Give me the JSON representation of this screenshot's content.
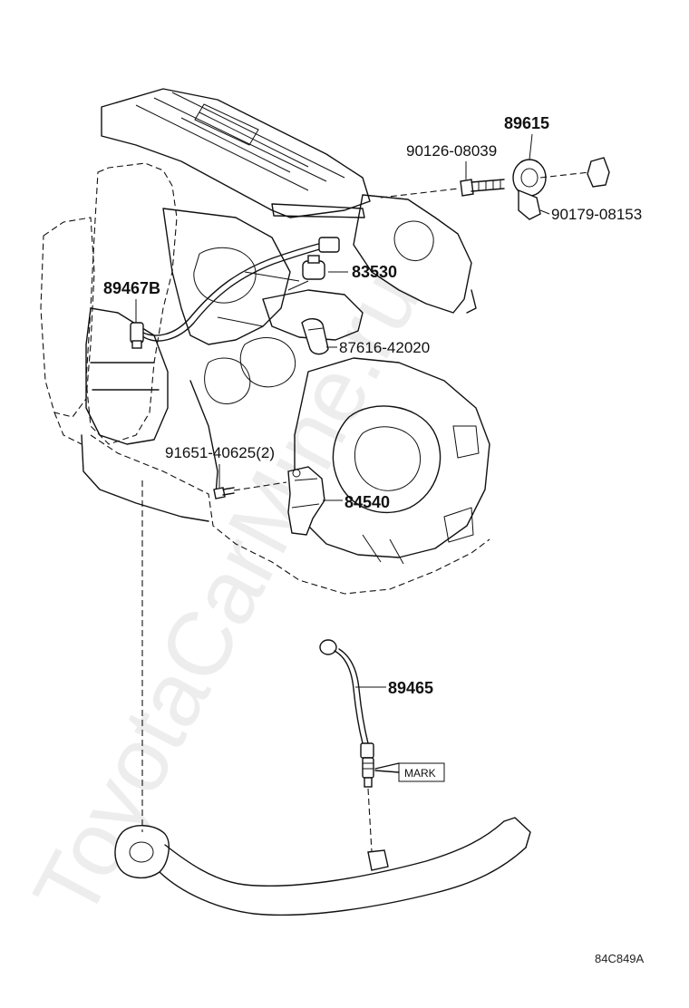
{
  "watermark": "ToyotaCarMine.ru",
  "diagram_ref": "84C849A",
  "callouts": {
    "p89615": "89615",
    "p90126": "90126-08039",
    "p90179": "90179-08153",
    "p83530": "83530",
    "p89467b": "89467B",
    "p87616": "87616-42020",
    "p91651": "91651-40625(2)",
    "p84540": "84540",
    "p89465": "89465"
  },
  "mark_label": "MARK"
}
